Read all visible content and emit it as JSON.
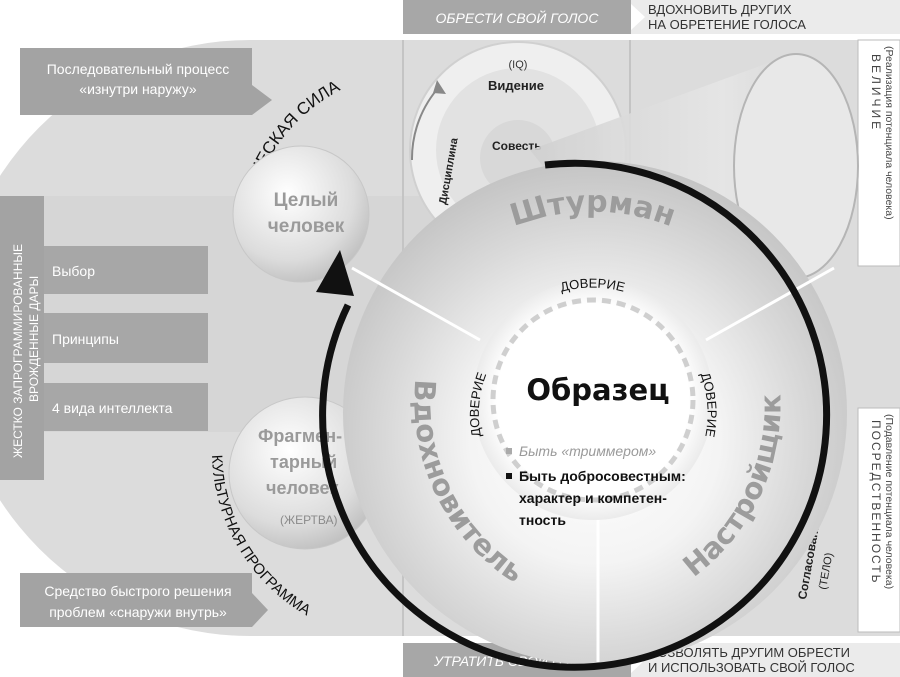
{
  "top_banner": {
    "left": "ОБРЕСТИ СВОЙ ГОЛОС",
    "right_line1": "ВДОХНОВИТЬ ДРУГИХ",
    "right_line2": "НА ОБРЕТЕНИЕ ГОЛОСА"
  },
  "bottom_banner": {
    "left": "УТРАТИТЬ СВОЙ ГОЛОС",
    "right_line1": "ПОЗВОЛЯТЬ ДРУГИМ ОБРЕСТИ",
    "right_line2": "И ИСПОЛЬЗОВАТЬ СВОЙ ГОЛОС"
  },
  "callouts": {
    "top_line1": "Последовательный процесс",
    "top_line2": "«изнутри наружу»",
    "bottom_line1": "Средство быстрого решения",
    "bottom_line2": "проблем «снаружи внутрь»"
  },
  "left_vertical": {
    "line1": "ЖЕСТКО ЗАПРОГРАММИРОВАННЫЕ",
    "line2": "ВРОЖДЕННЫЕ ДАРЫ"
  },
  "left_items": [
    "Выбор",
    "Принципы",
    "4 вида интеллекта"
  ],
  "arcs": {
    "creative": "ТВОРЧЕСКАЯ СИЛА",
    "culture": "КУЛЬТУРНАЯ ПРОГРАММА"
  },
  "whole_person": {
    "line1": "Целый",
    "line2": "человек"
  },
  "fragment_person": {
    "line1": "Фрагмен-",
    "line2": "тарный",
    "line3": "человек",
    "sub": "(ЖЕРТВА)"
  },
  "inner_ring": {
    "iq": "(IQ)",
    "vision": "Видение",
    "consc": "Совесть",
    "discipline": "Дисциплина"
  },
  "right_top": {
    "title": "ВЕЛИЧИЕ",
    "sub": "(Реализация потенциала человека)"
  },
  "right_bottom": {
    "title": "ПОСРЕДСТВЕННОСТЬ",
    "sub": "(Подавление потенциала человека)"
  },
  "behind_right": {
    "line1": "Согласование",
    "line2": "(ТЕЛО)"
  },
  "main_circle": {
    "top": "Штурман",
    "left": "Вдохновитель",
    "right": "Настройщик",
    "trust_top": "ДОВЕРИЕ",
    "trust_left": "ДОВЕРИЕ",
    "trust_right": "ДОВЕРИЕ",
    "center": "Образец",
    "bullet1": "Быть «триммером»",
    "bullet2_line1": "Быть добросовестным:",
    "bullet2_line2": "характер и компетен-",
    "bullet2_line3": "тность"
  }
}
